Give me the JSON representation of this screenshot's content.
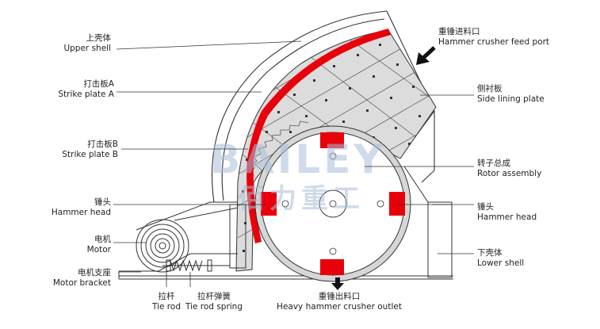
{
  "labels": {
    "upper_shell": {
      "zh": "上壳体",
      "en": "Upper shell"
    },
    "strike_plate_a": {
      "zh": "打击板A",
      "en": "Strike plate A"
    },
    "strike_plate_b": {
      "zh": "打击板B",
      "en": "Strike plate B"
    },
    "hammer_head_left": {
      "zh": "锤头",
      "en": "Hammer head"
    },
    "motor": {
      "zh": "电机",
      "en": "Motor"
    },
    "motor_bracket": {
      "zh": "电机支座",
      "en": "Motor bracket"
    },
    "tie_rod": {
      "zh": "拉杆",
      "en": "Tie rod"
    },
    "tie_rod_spring": {
      "zh": "拉杆弹簧",
      "en": "Tie rod spring"
    },
    "outlet": {
      "zh": "重锤出料口",
      "en": "Heavy hammer crusher outlet"
    },
    "feed_port": {
      "zh": "重锤进料口",
      "en": "Hammer crusher feed port"
    },
    "side_lining": {
      "zh": "侧衬板",
      "en": "Side lining plate"
    },
    "rotor_assembly": {
      "zh": "转子总成",
      "en": "Rotor assembly"
    },
    "hammer_head_right": {
      "zh": "锤头",
      "en": "Hammer head"
    },
    "lower_shell": {
      "zh": "下壳体",
      "en": "Lower shell"
    }
  },
  "watermark": {
    "latin": "BAILEY",
    "cjk": "佰力重工"
  },
  "colors": {
    "accent_red": "#e8000b",
    "lining_fill": "#dcdcdc",
    "line": "#333333",
    "watermark": "#a9bfd9"
  }
}
